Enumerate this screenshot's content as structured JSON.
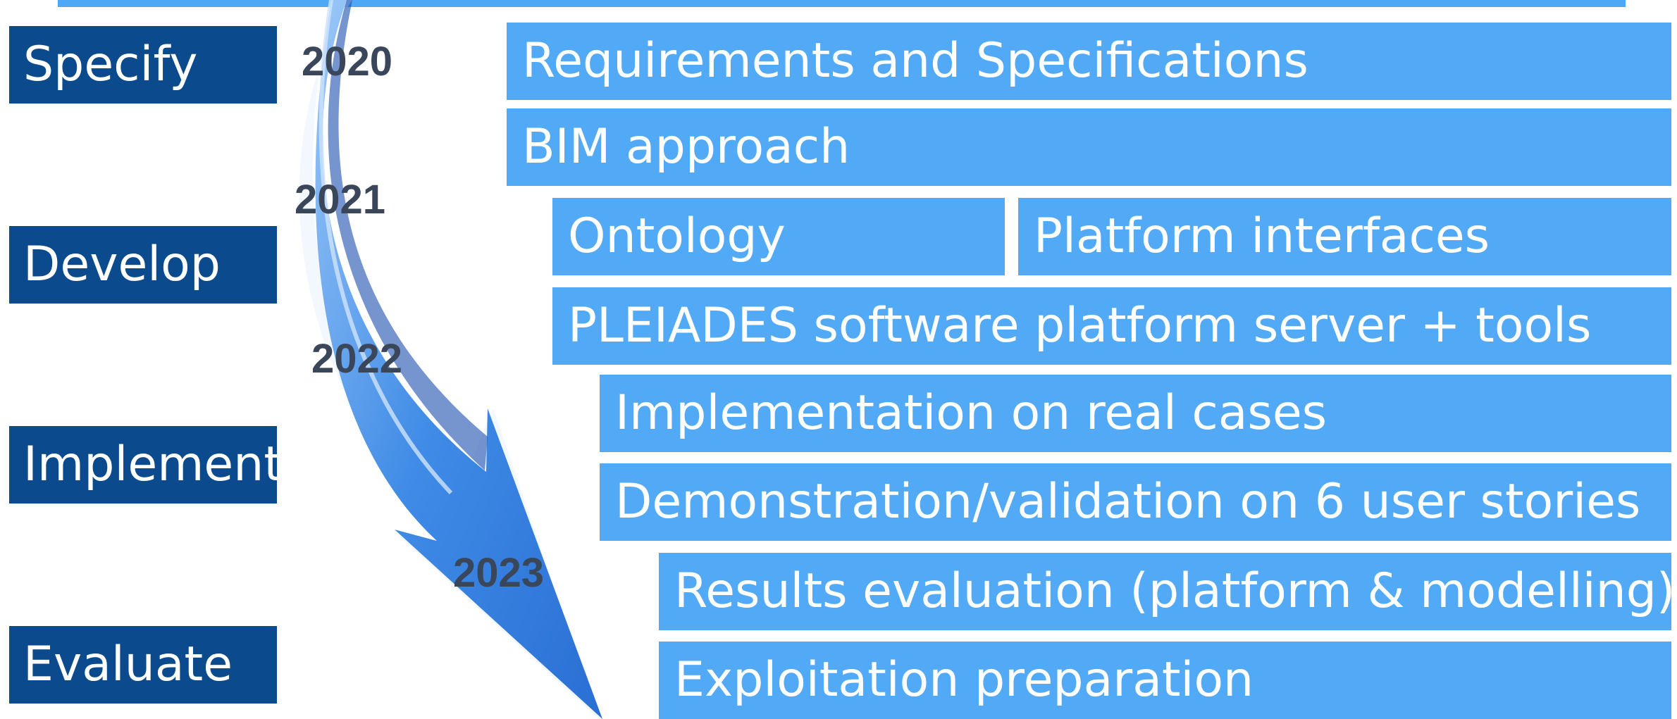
{
  "phases": [
    {
      "label": "Specify"
    },
    {
      "label": "Develop"
    },
    {
      "label": "Implement"
    },
    {
      "label": "Evaluate"
    }
  ],
  "years": [
    "2020",
    "2021",
    "2022",
    "2023"
  ],
  "tasks": [
    {
      "label": "Requirements and Specifications"
    },
    {
      "label": "BIM approach"
    },
    {
      "label": "Ontology"
    },
    {
      "label": "Platform interfaces"
    },
    {
      "label": "PLEIADES software platform server + tools"
    },
    {
      "label": "Implementation on real cases"
    },
    {
      "label": "Demonstration/validation on 6 user stories"
    },
    {
      "label": "Results evaluation (platform & modelling)"
    },
    {
      "label": "Exploitation preparation"
    }
  ],
  "colors": {
    "phase_bg": "#0b4a8c",
    "task_bg": "#52aaf7",
    "arrow": "#2f7be0",
    "year_text": "#3a4659"
  }
}
